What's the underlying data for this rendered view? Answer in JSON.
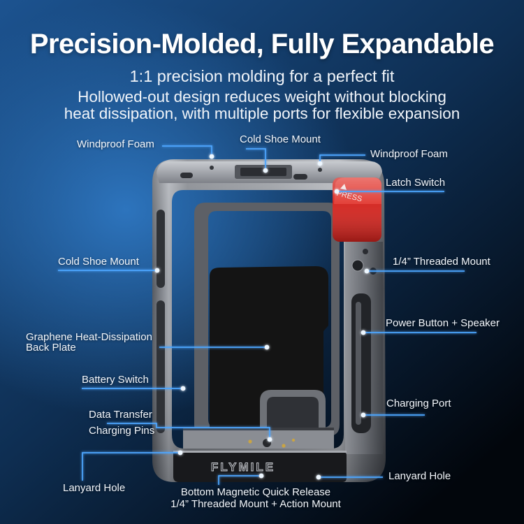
{
  "header": {
    "title": "Precision-Molded, Fully Expandable",
    "subtitle": "1:1 precision molding for a perfect fit",
    "description_lines": [
      "Hollowed-out design reduces weight without blocking",
      "heat dissipation, with multiple ports for flexible expansion"
    ]
  },
  "callouts": {
    "windproof_foam_left": "Windproof Foam",
    "cold_shoe_mount_top": "Cold Shoe Mount",
    "windproof_foam_right": "Windproof Foam",
    "latch_switch": "Latch Switch",
    "cold_shoe_mount_left": "Cold Shoe Mount",
    "threaded_mount_side": "1/4” Threaded Mount",
    "back_plate": [
      "Graphene Heat-Dissipation",
      "Back Plate"
    ],
    "power_button_speaker": "Power Button + Speaker",
    "battery_switch": "Battery Switch",
    "charging_port": "Charging Port",
    "charging_pins": [
      "Data Transfer",
      "Charging Pins"
    ],
    "lanyard_hole_left": "Lanyard Hole",
    "bottom_mount": [
      "Bottom Magnetic Quick Release",
      "1/4” Threaded Mount + Action Mount"
    ],
    "lanyard_hole_right": "Lanyard Hole"
  },
  "product": {
    "brand_mark": "FLYMILE",
    "latch_label": "PRESS"
  },
  "colors": {
    "callout_line": "#4da6ff",
    "latch_red": "#d3221c",
    "back_plate": "#141414",
    "background_glow": "#2d74bd",
    "background_top": "#1c5390",
    "background_mid": "#0e2e52",
    "background_dark": "#02060c"
  }
}
